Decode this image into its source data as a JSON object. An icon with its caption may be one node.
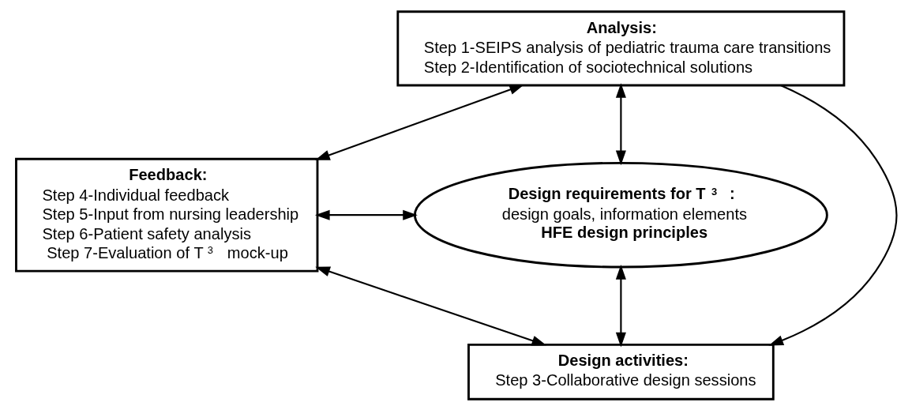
{
  "diagram": {
    "nodes": [
      {
        "text": [
          "Analysis:",
          "Step 1-SEIPS analysis of pediatric trauma care transitions",
          "Step 2-Identification of sociotechnical solutions"
        ]
      },
      {
        "text": [
          "Feedback:",
          "Step 4-Individual feedback",
          "Step 5-Input from nursing leadership",
          "Step 6-Patient safety analysis",
          "Step 7-Evaluation of T$^{3}$ mock-up"
        ]
      },
      {
        "text": [
          "Design requirements for T$^{3}$:",
          "design goals, information elements",
          "HFE design principles"
        ]
      },
      {
        "text": [
          "Design activities:",
          "Step 3-Collaborative design sessions"
        ]
      }
    ],
    "edges": [
      {
        "from": 0,
        "to": 1,
        "arrow": "both"
      },
      {
        "from": 0,
        "to": 2,
        "arrow": "both"
      },
      {
        "from": 0,
        "to": 3,
        "arrow": "to"
      },
      {
        "from": 1,
        "to": 2,
        "arrow": "both"
      },
      {
        "from": 1,
        "to": 3,
        "arrow": "both"
      },
      {
        "from": 3,
        "to": 2,
        "arrow": "both"
      }
    ]
  }
}
